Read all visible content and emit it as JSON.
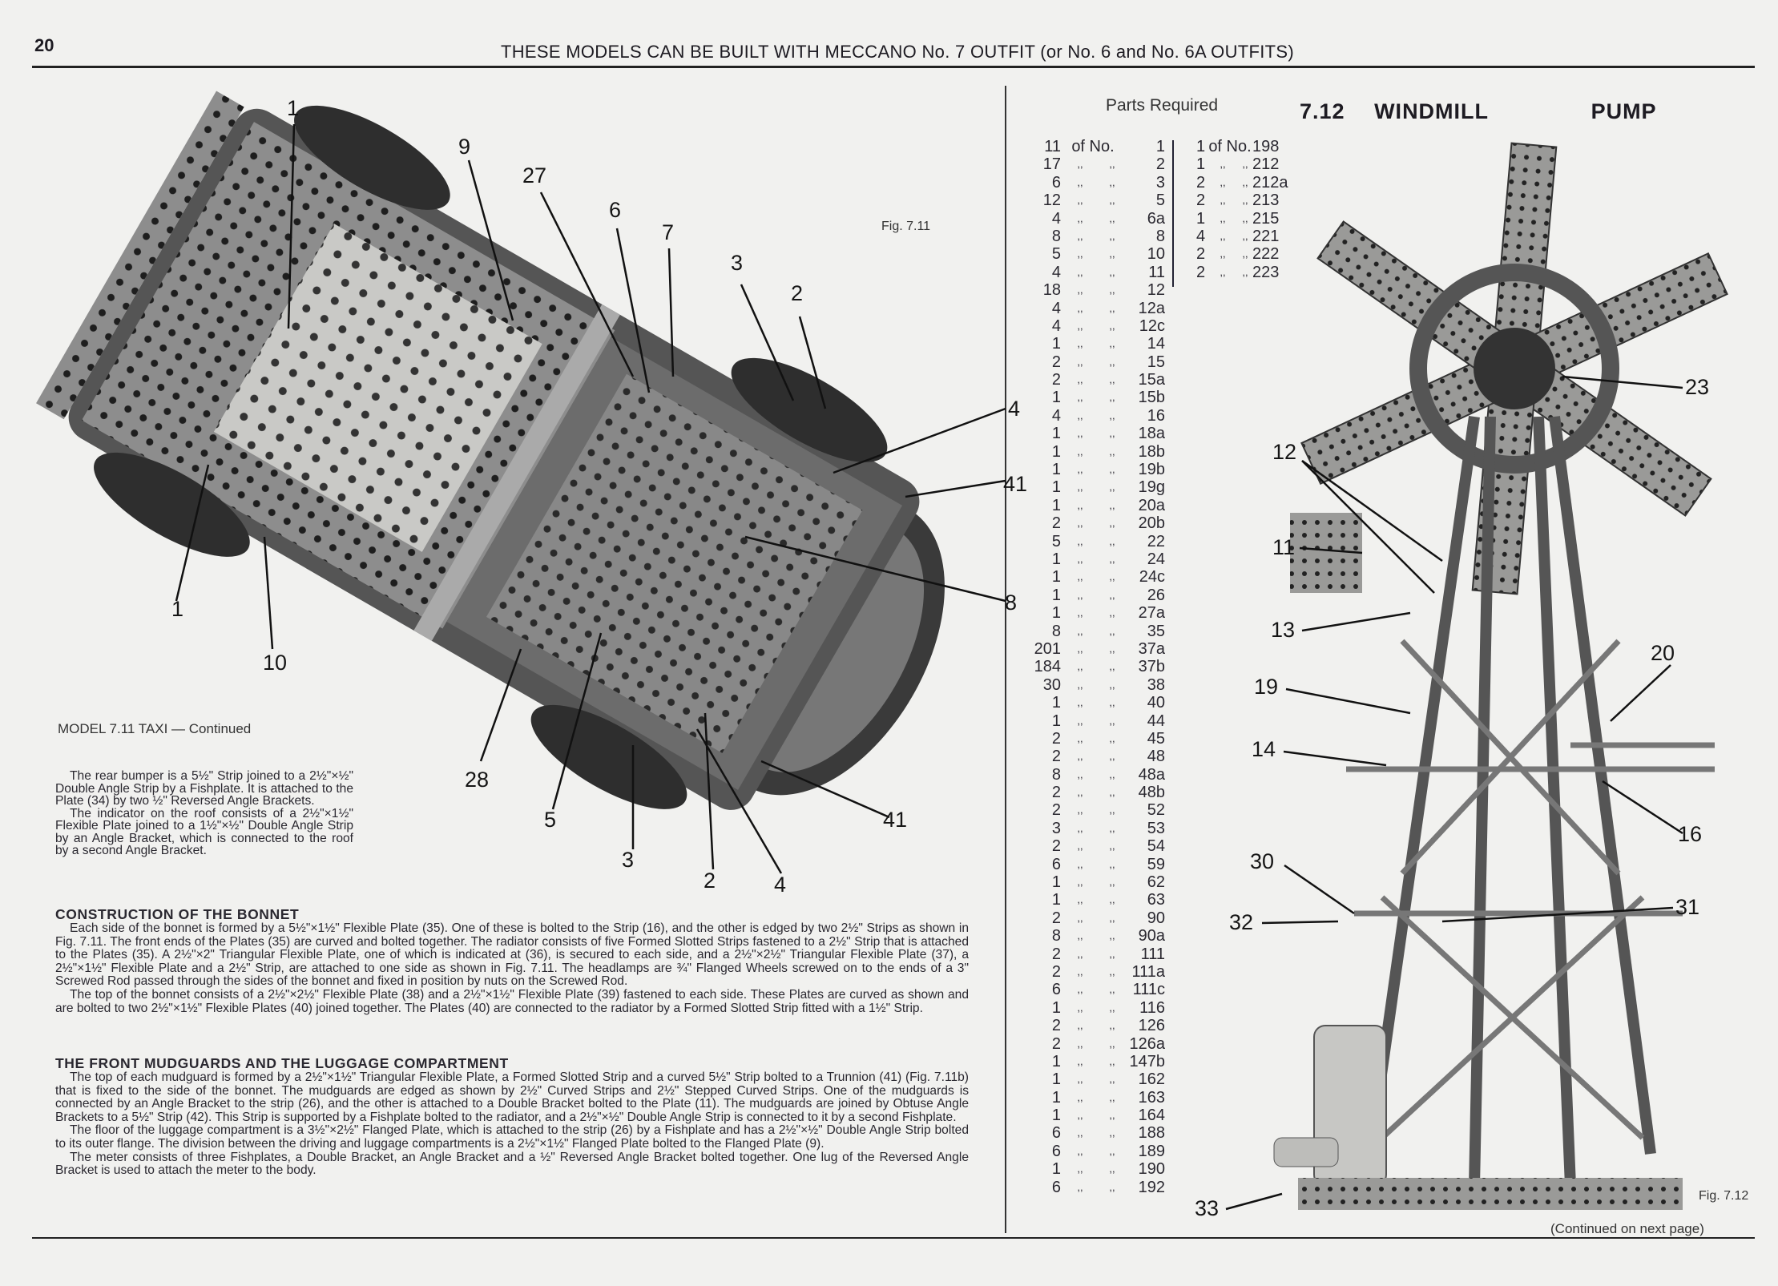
{
  "page_number": "20",
  "running_head": "THESE MODELS CAN BE BUILT WITH MECCANO No. 7 OUTFIT (or No. 6 and No. 6A OUTFITS)",
  "taxi": {
    "figure_label": "Fig. 7.11",
    "model_caption": "MODEL 7.11  TAXI — Continued",
    "callouts": [
      "1",
      "9",
      "27",
      "6",
      "7",
      "3",
      "2",
      "4",
      "41",
      "8",
      "1",
      "10",
      "28",
      "5",
      "3",
      "2",
      "4",
      "41"
    ],
    "rear_paragraphs": [
      "The rear bumper is a 5½\" Strip joined to a 2½\"×½\" Double Angle Strip by a Fishplate. It is attached to the Plate (34) by two ½\" Reversed Angle Brackets.",
      "The indicator on the roof consists of a 2½\"×1½\" Flexible Plate joined to a 1½\"×½\" Double Angle Strip by an Angle Bracket, which is connected to the roof by a second Angle Bracket."
    ],
    "bonnet": {
      "heading": "CONSTRUCTION OF THE BONNET",
      "paragraphs": [
        "Each side of the bonnet is formed by a 5½\"×1½\" Flexible Plate (35). One of these is bolted to the Strip (16), and the other is edged by two 2½\" Strips as shown in Fig. 7.11. The front ends of the Plates (35) are curved and bolted together. The radiator consists of five Formed Slotted Strips fastened to a 2½\" Strip that is attached to the Plates (35). A 2½\"×2\" Triangular Flexible Plate, one of which is indicated at (36), is secured to each side, and a 2½\"×2½\" Triangular Flexible Plate (37), a 2½\"×1½\" Flexible Plate and a 2½\" Strip, are attached to one side as shown in Fig. 7.11. The headlamps are ¾\" Flanged Wheels screwed on to the ends of a 3\" Screwed Rod passed through the sides of the bonnet and fixed in position by nuts on the Screwed Rod.",
        "The top of the bonnet consists of a 2½\"×2½\" Flexible Plate (38) and a 2½\"×1½\" Flexible Plate (39) fastened to each side. These Plates are curved as shown and are bolted to two 2½\"×1½\" Flexible Plates (40) joined together. The Plates (40) are connected to the radiator by a Formed Slotted Strip fitted with a 1½\" Strip."
      ]
    },
    "mudguards": {
      "heading": "THE FRONT MUDGUARDS AND THE LUGGAGE COMPARTMENT",
      "paragraphs": [
        "The top of each mudguard is formed by a 2½\"×1½\" Triangular Flexible Plate, a Formed Slotted Strip and a curved 5½\" Strip bolted to a Trunnion (41) (Fig. 7.11b) that is fixed to the side of the bonnet. The mudguards are edged as shown by 2½\" Curved Strips and 2½\" Stepped Curved Strips. One of the mudguards is connected by an Angle Bracket to the strip (26), and the other is attached to a Double Bracket bolted to the Plate (11). The mudguards are joined by Obtuse Angle Brackets to a 5½\" Strip (42). This Strip is supported by a Fishplate bolted to the radiator, and a 2½\"×½\" Double Angle Strip is connected to it by a second Fishplate.",
        "The floor of the luggage compartment is a 3½\"×2½\" Flanged Plate, which is attached to the strip (26) by a Fishplate and has a 2½\"×½\" Double Angle Strip bolted to its outer flange. The division between the driving and luggage compartments is a 2½\"×1½\" Flanged Plate bolted to the Flanged Plate (9).",
        "The meter consists of three Fishplates, a Double Bracket, an Angle Bracket and a ½\" Reversed Angle Bracket bolted together. One lug of the Reversed Angle Bracket is used to attach the meter to the body."
      ]
    }
  },
  "windmill": {
    "parts_title": "Parts Required",
    "model_number": "7.12",
    "model_name_1": "WINDMILL",
    "model_name_2": "PUMP",
    "of_no": "of No.",
    "ditto": ",,",
    "parts_col1": [
      [
        "11",
        "1"
      ],
      [
        "17",
        "2"
      ],
      [
        "6",
        "3"
      ],
      [
        "12",
        "5"
      ],
      [
        "4",
        "6a"
      ],
      [
        "8",
        "8"
      ],
      [
        "5",
        "10"
      ],
      [
        "4",
        "11"
      ],
      [
        "18",
        "12"
      ],
      [
        "4",
        "12a"
      ],
      [
        "4",
        "12c"
      ],
      [
        "1",
        "14"
      ],
      [
        "2",
        "15"
      ],
      [
        "2",
        "15a"
      ],
      [
        "1",
        "15b"
      ],
      [
        "4",
        "16"
      ],
      [
        "1",
        "18a"
      ],
      [
        "1",
        "18b"
      ],
      [
        "1",
        "19b"
      ],
      [
        "1",
        "19g"
      ],
      [
        "1",
        "20a"
      ],
      [
        "2",
        "20b"
      ],
      [
        "5",
        "22"
      ],
      [
        "1",
        "24"
      ],
      [
        "1",
        "24c"
      ],
      [
        "1",
        "26"
      ],
      [
        "1",
        "27a"
      ],
      [
        "8",
        "35"
      ],
      [
        "201",
        "37a"
      ],
      [
        "184",
        "37b"
      ],
      [
        "30",
        "38"
      ],
      [
        "1",
        "40"
      ],
      [
        "1",
        "44"
      ],
      [
        "2",
        "45"
      ],
      [
        "2",
        "48"
      ],
      [
        "8",
        "48a"
      ],
      [
        "2",
        "48b"
      ],
      [
        "2",
        "52"
      ],
      [
        "3",
        "53"
      ],
      [
        "2",
        "54"
      ],
      [
        "6",
        "59"
      ],
      [
        "1",
        "62"
      ],
      [
        "1",
        "63"
      ],
      [
        "2",
        "90"
      ],
      [
        "8",
        "90a"
      ],
      [
        "2",
        "111"
      ],
      [
        "2",
        "111a"
      ],
      [
        "6",
        "111c"
      ],
      [
        "1",
        "116"
      ],
      [
        "2",
        "126"
      ],
      [
        "2",
        "126a"
      ],
      [
        "1",
        "147b"
      ],
      [
        "1",
        "162"
      ],
      [
        "1",
        "163"
      ],
      [
        "1",
        "164"
      ],
      [
        "6",
        "188"
      ],
      [
        "6",
        "189"
      ],
      [
        "1",
        "190"
      ],
      [
        "6",
        "192"
      ]
    ],
    "parts_col2": [
      [
        "1",
        "198"
      ],
      [
        "1",
        "212"
      ],
      [
        "2",
        "212a"
      ],
      [
        "2",
        "213"
      ],
      [
        "1",
        "215"
      ],
      [
        "4",
        "221"
      ],
      [
        "2",
        "222"
      ],
      [
        "2",
        "223"
      ]
    ],
    "callouts": [
      "23",
      "12",
      "11",
      "13",
      "19",
      "14",
      "20",
      "16",
      "30",
      "32",
      "31",
      "33"
    ],
    "figure_label": "Fig. 7.12",
    "continued": "(Continued on next page)"
  }
}
